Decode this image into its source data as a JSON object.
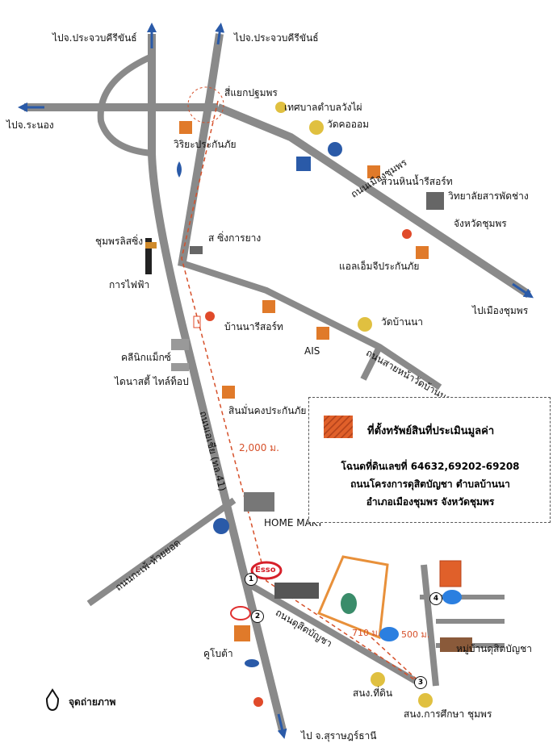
{
  "labels": {
    "to_prachuap_left": "ไปจ.ประจวบคีรีขันธ์",
    "to_prachuap_right": "ไปจ.ประจวบคีรีขันธ์",
    "to_ranong": "ไปจ.ระนอง",
    "pathom_intersection": "สี่แยกปฐมพร",
    "wang_phai_municipality": "เทศบาลตำบลวังไผ่",
    "wat_khao_om": "วัดคอออม",
    "wiriya_insurance": "วิริยะประกันภัย",
    "suan_hin_resort": "สวนหินน้ำรีสอร์ท",
    "tech_college_1": "วิทยาลัยสารพัดช่าง",
    "tech_college_2": "จังหวัดชุมพร",
    "rd_mueang_chumphon": "ถนนเมืองชุมพร",
    "lmg_insurance": "แอลเอ็มจีประกันภัย",
    "to_mueang_chumphon": "ไปเมืองชุมพร",
    "chumphon_racing": "ชุมพรลิสซิ่ง",
    "electricity": "การไฟฟ้า",
    "s_rubber": "ส ซิ่งการยาง",
    "bannara_resort": "บ้านนารีสอร์ท",
    "wat_ban_na": "วัดบ้านนา",
    "ais": "AIS",
    "rd_sai_wat_ban_na": "ถนนสายหน้าวัดบ้านนา",
    "clinic_max": "คลีนิกแม็กซ์",
    "dynasty_shop": "ไดนาสตี้ ไทล์ท็อป",
    "sinmankong_insurance": "สินมั่นคงประกันภัย",
    "rd_asia": "ถนนเอเชีย (ทล.41)",
    "distance_2000": "2,000 ม.",
    "home_mart": "HOME MAKT",
    "rd_khao_huai": "ถนนกะเพ้-ห้วยยอด",
    "rd_dusit": "ถนนดุสิตบัญชา",
    "distance_710": "710 ม.",
    "distance_500": "500 ม.",
    "kubota": "คูโบต้า",
    "village_dusit": "หมู่บ้านดุสิตบัญชา",
    "land_office": "สนง.ที่ดิน",
    "education_office": "สนง.การศึกษา ชุมพร",
    "to_surat": "ไป จ.สุราษฎร์ธานี",
    "photo_point": "จุดถ่ายภาพ"
  },
  "legend": {
    "title": "ที่ตั้งทรัพย์สินที่ประเมินมูลค่า",
    "line1": "โฉนดที่ดินเลขที่ 64632,69202-69208",
    "line2": "ถนนโครงการดุสิตบัญชา ตำบลบ้านนา",
    "line3": "อำเภอเมืองชุมพร จังหวัดชุมพร"
  },
  "markers": [
    "1",
    "2",
    "3",
    "4"
  ],
  "logos": {
    "esso": "Esso"
  },
  "colors": {
    "road": "#8a8a8a",
    "route": "#d6502a",
    "arrow": "#2a5aa8",
    "parcel": "#e8903a"
  }
}
